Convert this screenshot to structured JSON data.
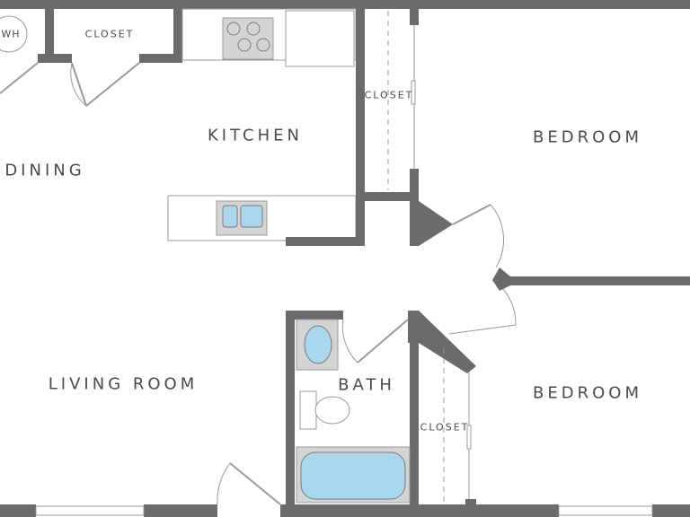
{
  "plan": {
    "rooms": {
      "kitchen": "KITCHEN",
      "dining": "DINING",
      "living_room": "LIVING ROOM",
      "bedroom_top": "BEDROOM",
      "bedroom_bottom": "BEDROOM",
      "bath": "BATH",
      "closet_top_left": "CLOSET",
      "closet_top_middle": "CLOSET",
      "closet_bottom": "CLOSET",
      "water_heater": "WH"
    },
    "colors": {
      "wall": "#6b6b6d",
      "fixture_fill": "#d4d4d4",
      "water": "#a9d8ee",
      "line": "#9a9a9a"
    }
  }
}
